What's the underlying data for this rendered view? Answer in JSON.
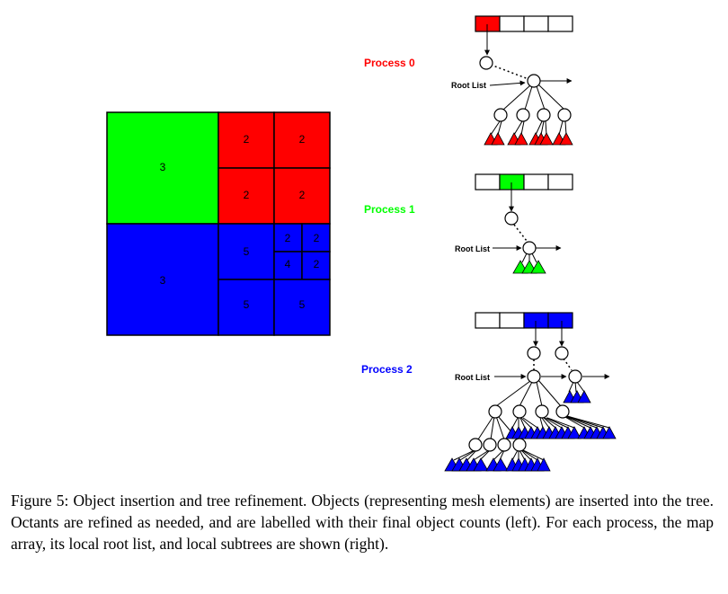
{
  "colors": {
    "red": "#ff0000",
    "green": "#00ff00",
    "blue": "#0000ff"
  },
  "quadtree": {
    "cells": [
      {
        "label": "3",
        "color": "green"
      },
      {
        "label": "2",
        "color": "red"
      },
      {
        "label": "2",
        "color": "red"
      },
      {
        "label": "2",
        "color": "red"
      },
      {
        "label": "2",
        "color": "red"
      },
      {
        "label": "3",
        "color": "blue"
      },
      {
        "label": "5",
        "color": "blue"
      },
      {
        "label": "2",
        "color": "blue"
      },
      {
        "label": "2",
        "color": "blue"
      },
      {
        "label": "4",
        "color": "blue"
      },
      {
        "label": "2",
        "color": "blue"
      },
      {
        "label": "5",
        "color": "blue"
      },
      {
        "label": "5",
        "color": "blue"
      }
    ]
  },
  "processes": [
    {
      "label": "Process 0",
      "color": "red",
      "root_list_label": "Root List",
      "map": [
        "red",
        "white",
        "white",
        "white"
      ]
    },
    {
      "label": "Process 1",
      "color": "green",
      "root_list_label": "Root List",
      "map": [
        "white",
        "green",
        "white",
        "white"
      ]
    },
    {
      "label": "Process 2",
      "color": "blue",
      "root_list_label": "Root List",
      "map": [
        "white",
        "white",
        "blue",
        "blue"
      ]
    }
  ],
  "caption": "Figure 5: Object insertion and tree refinement. Objects (representing mesh elements) are inserted into the tree. Octants are refined as needed, and are labelled with their final object counts (left). For each process, the map array, its local root list, and local subtrees are shown (right)."
}
